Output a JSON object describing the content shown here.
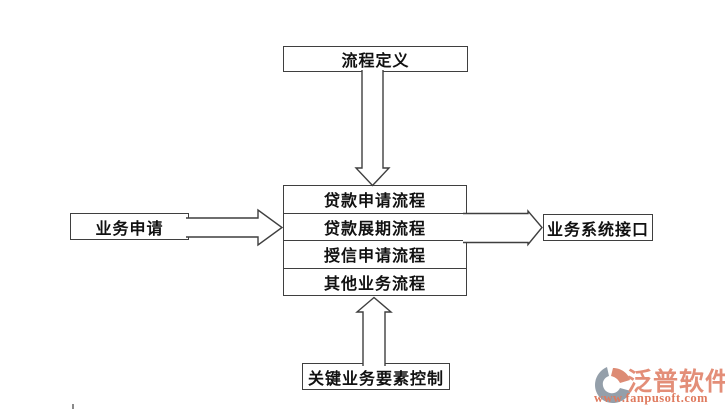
{
  "diagram": {
    "top_box": "流程定义",
    "left_box": "业务申请",
    "right_box": "业务系统接口",
    "bottom_box": "关键业务要素控制",
    "process_rows": [
      "贷款申请流程",
      "贷款展期流程",
      "授信申请流程",
      "其他业务流程"
    ],
    "arrows": [
      "top-box-to-stack-down",
      "left-box-to-stack-right",
      "stack-to-right-box-right",
      "bottom-box-to-stack-up"
    ],
    "line_color": "#3f3f3f"
  },
  "logo": {
    "name": "泛普软件",
    "url": "www.fanpusoft.com",
    "icon": "fanpu-logo-icon",
    "name_color": "#e38e78",
    "url_color": "#df7a5e",
    "icon_gray": "#949faa",
    "icon_coral": "#dd8b74"
  }
}
